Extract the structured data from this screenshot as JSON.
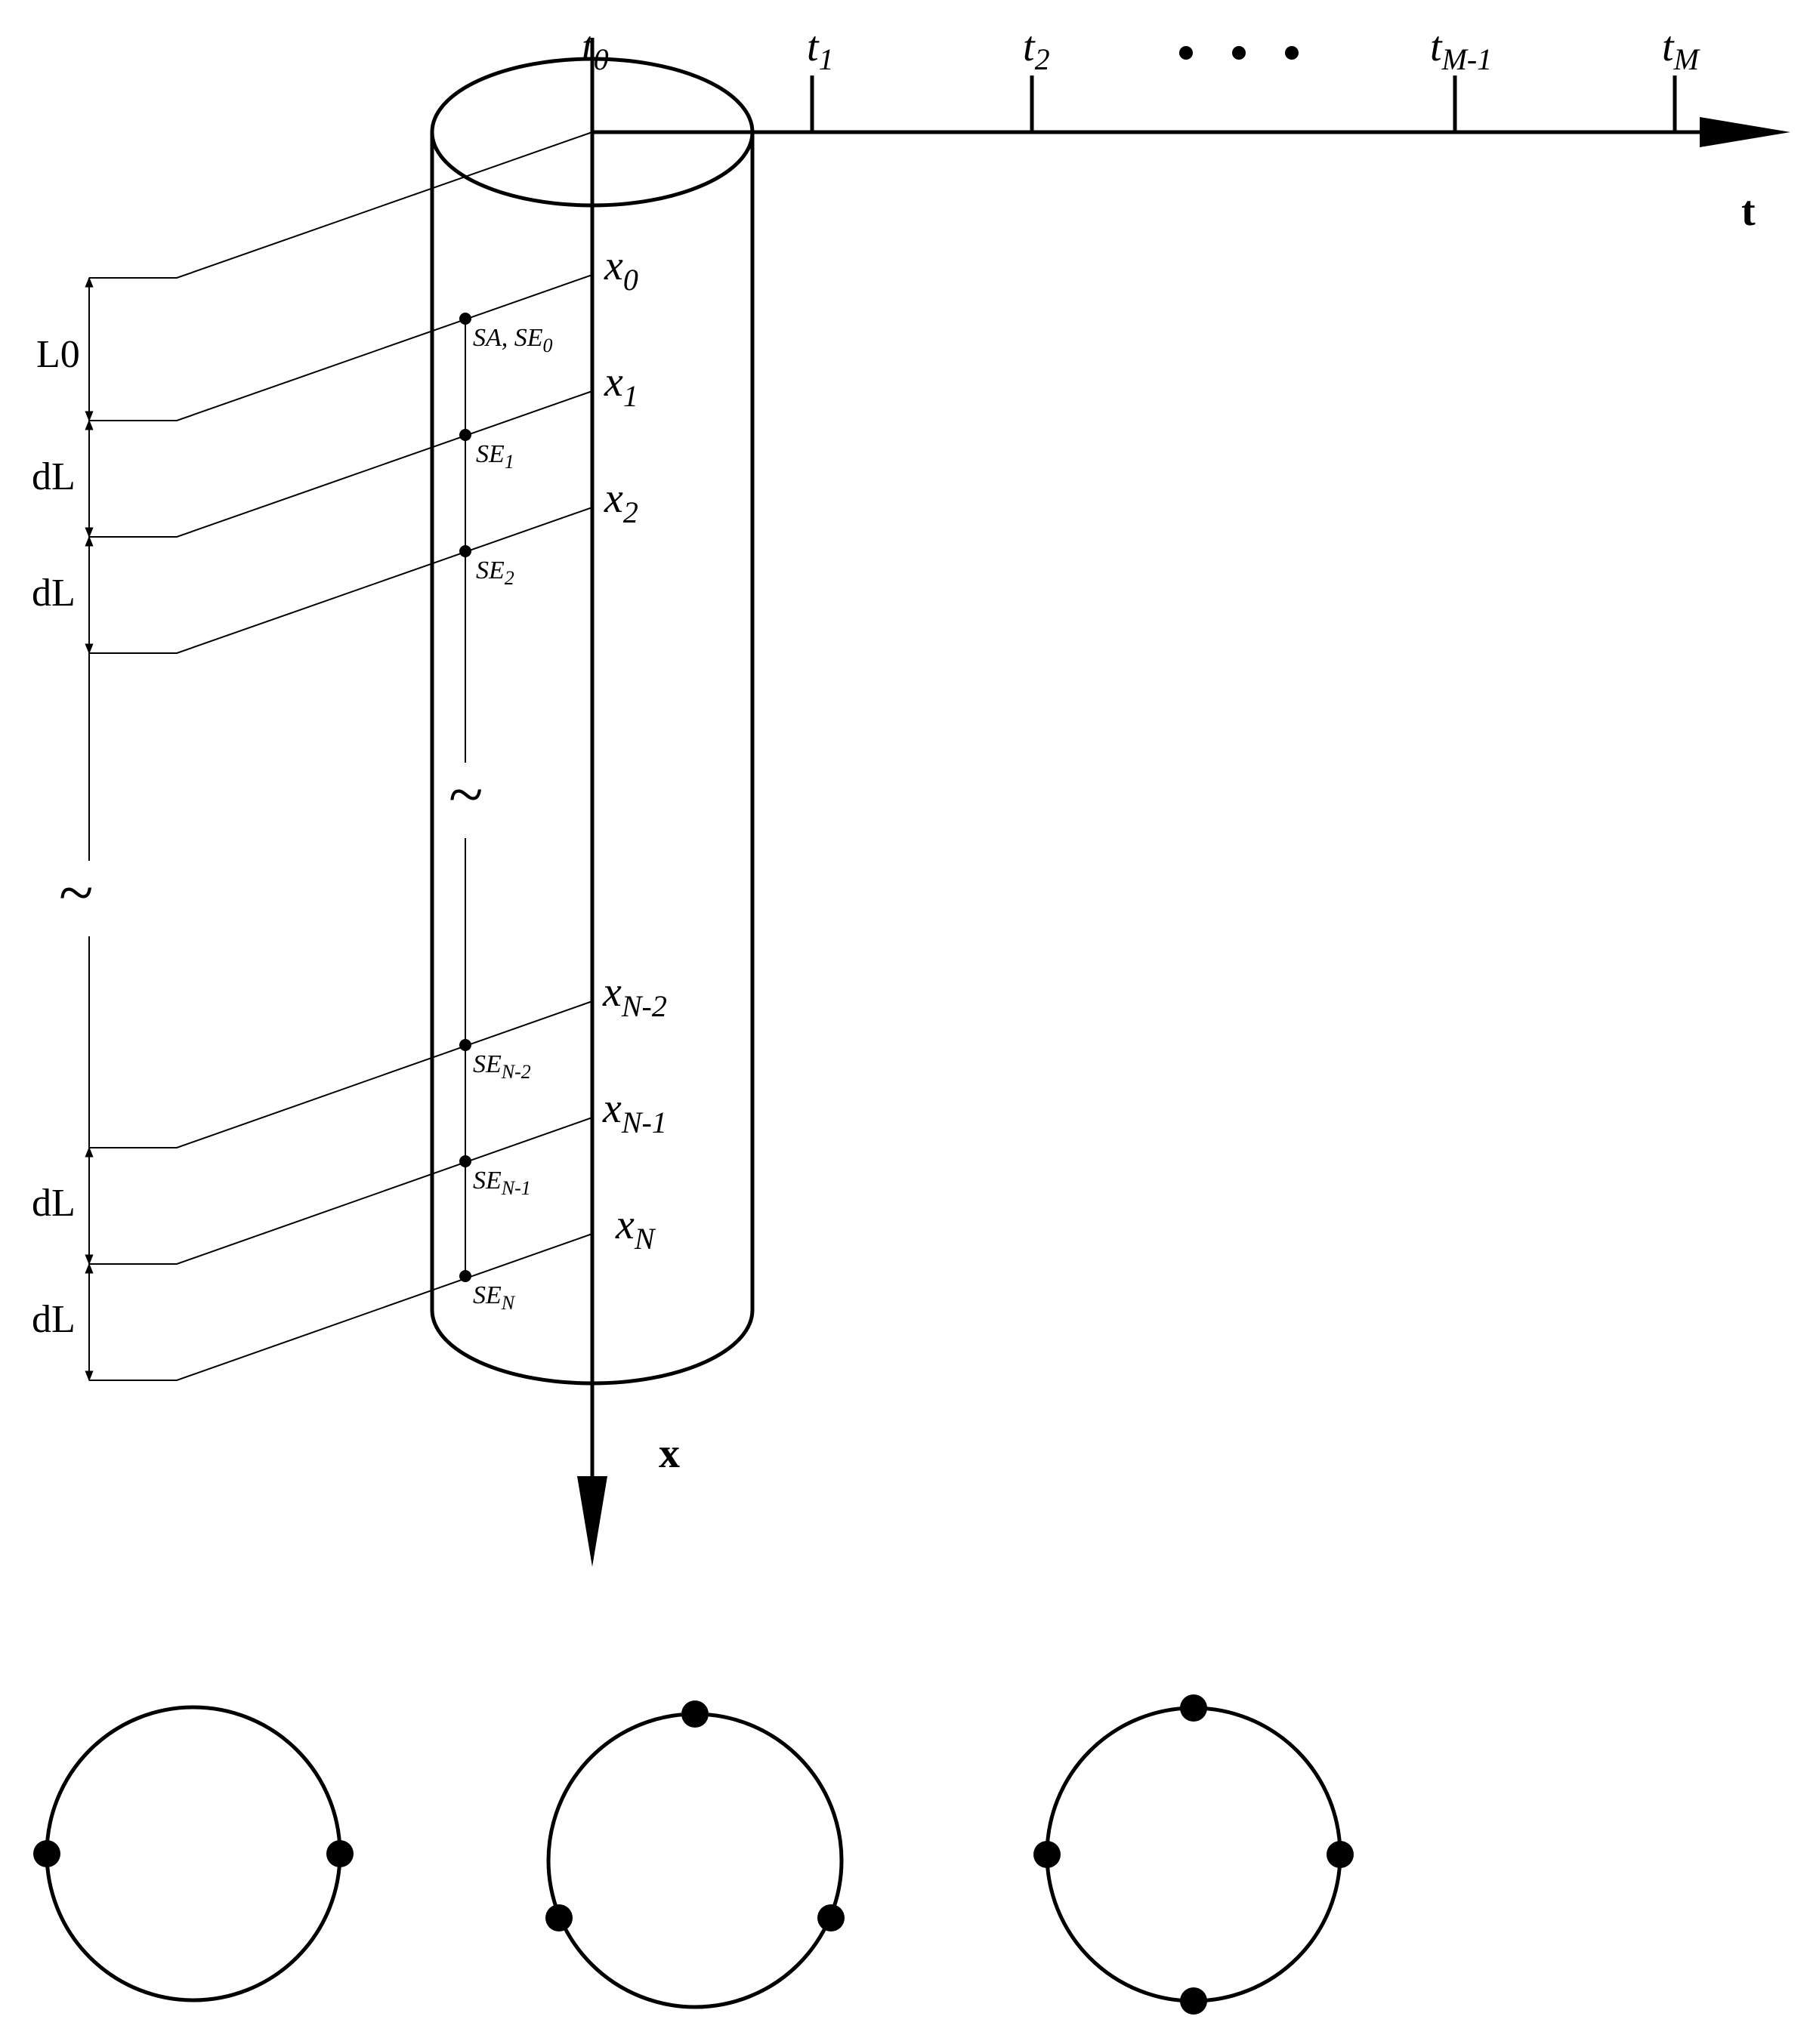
{
  "axes": {
    "t_axis_label": "t",
    "x_axis_label": "x"
  },
  "time_ticks": [
    {
      "base": "t",
      "sub": "0"
    },
    {
      "base": "t",
      "sub": "1"
    },
    {
      "base": "t",
      "sub": "2"
    },
    {
      "base": "t",
      "sub": "M-1"
    },
    {
      "base": "t",
      "sub": "M"
    }
  ],
  "x_levels": [
    {
      "base": "x",
      "sub": "0"
    },
    {
      "base": "x",
      "sub": "1"
    },
    {
      "base": "x",
      "sub": "2"
    },
    {
      "base": "x",
      "sub": "N-2"
    },
    {
      "base": "x",
      "sub": "N-1"
    },
    {
      "base": "x",
      "sub": "N"
    }
  ],
  "sensor_labels": [
    {
      "base": "SA, SE",
      "sub": "0"
    },
    {
      "base": "SE",
      "sub": "1"
    },
    {
      "base": "SE",
      "sub": "2"
    },
    {
      "base": "SE",
      "sub": "N-2"
    },
    {
      "base": "SE",
      "sub": "N-1"
    },
    {
      "base": "SE",
      "sub": "N"
    }
  ],
  "dimensions": {
    "first_label": "L0",
    "spacing_label": "dL",
    "break_symbol": "~"
  },
  "sensor_layouts": [
    {
      "sensor_count": 2
    },
    {
      "sensor_count": 3
    },
    {
      "sensor_count": 4
    }
  ]
}
